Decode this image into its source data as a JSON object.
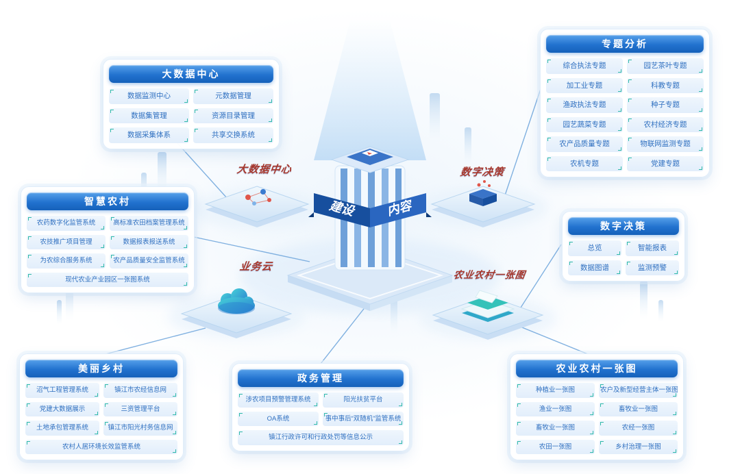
{
  "center": {
    "ribbon_left": "建设",
    "ribbon_right": "内容"
  },
  "nodes": {
    "bigdata": {
      "label": "大数据中心"
    },
    "decision": {
      "label": "数字决策"
    },
    "cloud": {
      "label": "业务云"
    },
    "map": {
      "label": "农业农村一张图"
    }
  },
  "panels": {
    "bigdata": {
      "title": "大数据中心",
      "items": [
        {
          "label": "数据监测中心"
        },
        {
          "label": "元数据管理"
        },
        {
          "label": "数据集管理"
        },
        {
          "label": "资源目录管理"
        },
        {
          "label": "数据采集体系"
        },
        {
          "label": "共享交换系统"
        }
      ]
    },
    "topics": {
      "title": "专题分析",
      "items": [
        {
          "label": "综合执法专题"
        },
        {
          "label": "园艺茶叶专题"
        },
        {
          "label": "加工业专题"
        },
        {
          "label": "科教专题"
        },
        {
          "label": "渔政执法专题"
        },
        {
          "label": "种子专题"
        },
        {
          "label": "园艺蔬菜专题"
        },
        {
          "label": "农村经济专题"
        },
        {
          "label": "农产品质量专题"
        },
        {
          "label": "物联网监测专题"
        },
        {
          "label": "农机专题"
        },
        {
          "label": "党建专题"
        }
      ]
    },
    "smart_village": {
      "title": "智慧农村",
      "items": [
        {
          "label": "农药数字化监管系统"
        },
        {
          "label": "高标准农田档案管理系统"
        },
        {
          "label": "农技推广项目管理"
        },
        {
          "label": "数据报表报送系统"
        },
        {
          "label": "为农综合服务系统"
        },
        {
          "label": "农产品质量安全监管系统"
        },
        {
          "label": "现代农业产业园区一张图系统",
          "span": 2
        }
      ]
    },
    "decision": {
      "title": "数字决策",
      "items": [
        {
          "label": "总览"
        },
        {
          "label": "智能报表"
        },
        {
          "label": "数据图谱"
        },
        {
          "label": "监测预警"
        }
      ]
    },
    "beautiful_village": {
      "title": "美丽乡村",
      "items": [
        {
          "label": "沼气工程管理系统"
        },
        {
          "label": "镇江市农经信息网"
        },
        {
          "label": "党建大数据展示"
        },
        {
          "label": "三资管理平台"
        },
        {
          "label": "土地承包管理系统"
        },
        {
          "label": "镇江市阳光村务信息网"
        },
        {
          "label": "农村人居环境长效监管系统",
          "span": 2
        }
      ]
    },
    "government": {
      "title": "政务管理",
      "items": [
        {
          "label": "涉农项目预警管理系统"
        },
        {
          "label": "阳光扶贫平台"
        },
        {
          "label": "OA系统"
        },
        {
          "label": "事中事后“双随机”监管系统"
        },
        {
          "label": "镇江行政许可和行政处罚等信息公示",
          "span": 2
        }
      ]
    },
    "one_map": {
      "title": "农业农村一张图",
      "items": [
        {
          "label": "种植业一张图"
        },
        {
          "label": "农户及新型经营主体一张图"
        },
        {
          "label": "渔业一张图"
        },
        {
          "label": "畜牧业一张图"
        },
        {
          "label": "畜牧业一张图"
        },
        {
          "label": "农经一张图"
        },
        {
          "label": "农田一张图"
        },
        {
          "label": "乡村治理一张图"
        }
      ]
    }
  },
  "colors": {
    "header_blue": "#1b66c4",
    "chip_bg": "#e9f2fc",
    "chip_text": "#2e6fc0",
    "accent_teal": "#2fb9a9",
    "line_blue": "#74a9dd",
    "node_label_red": "#a8382c"
  }
}
